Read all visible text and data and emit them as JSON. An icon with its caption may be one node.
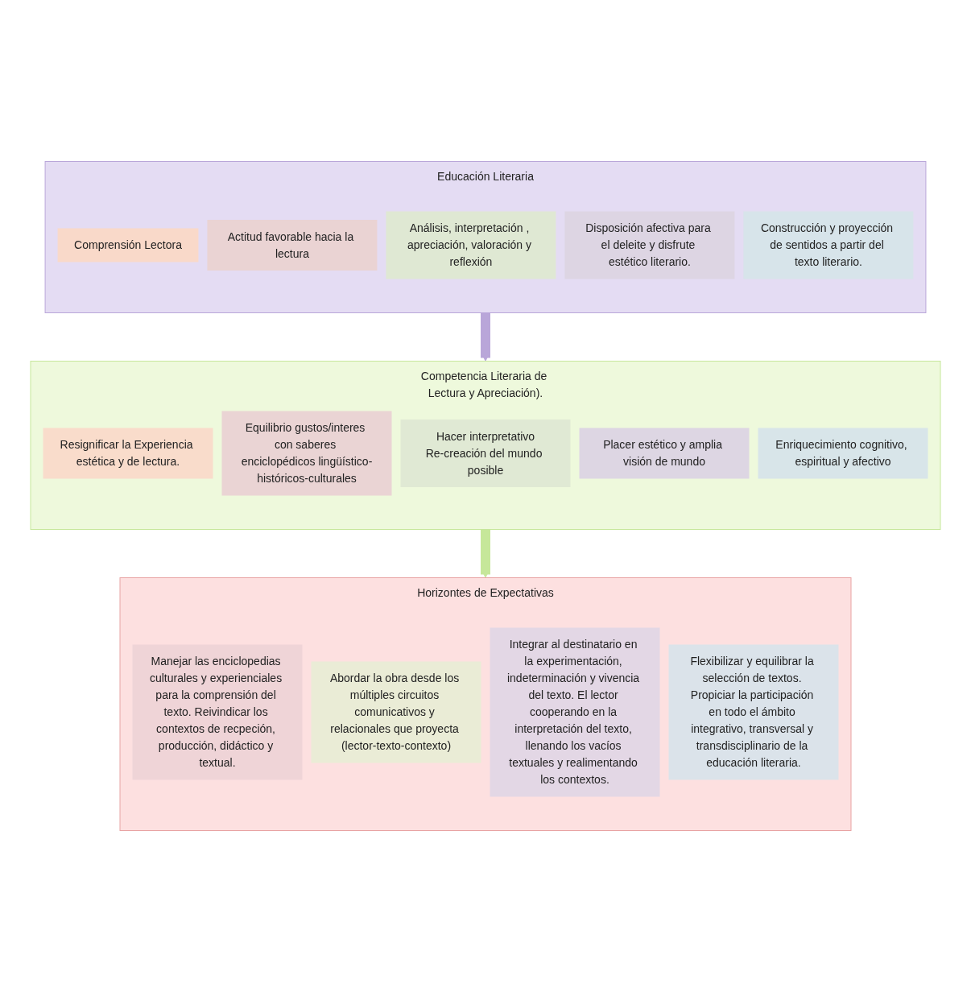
{
  "diagram": {
    "nodes": [
      {
        "text": [
          "Educación Literaria"
        ]
      },
      {
        "text": [
          "Comprensión Lectora"
        ],
        "in": 0
      },
      {
        "text": [
          "Actitud favorable hacia la lectura"
        ],
        "in": 0
      },
      {
        "text": [
          "Análisis, interpretación , apreciación, valoración y reflexión"
        ],
        "in": 0
      },
      {
        "text": [
          "Disposición afectiva para el deleite y disfrute estético literario."
        ],
        "in": 0
      },
      {
        "text": [
          "Construcción y proyección de sentidos a partir del texto literario."
        ],
        "in": 0
      },
      {
        "text": [
          "Competencia Literaria de Lectura y Apreciación)."
        ]
      },
      {
        "text": [
          "Resignificar la Experiencia estética y de lectura."
        ],
        "in": 6
      },
      {
        "text": [
          "Equilibrio gustos/interes con saberes enciclopédicos lingüístico-históricos-culturales"
        ],
        "in": 6
      },
      {
        "text": [
          "Hacer interpretativo",
          "Re-creación del mundo posible"
        ],
        "in": 6
      },
      {
        "text": [
          "Placer estético y amplia visión de mundo"
        ],
        "in": 6
      },
      {
        "text": [
          "Enriquecimiento cognitivo, espiritual y afectivo"
        ],
        "in": 6
      },
      {
        "text": [
          "Horizontes de Expectativas"
        ]
      },
      {
        "text": [
          "Manejar las enciclopedias culturales y experienciales para la comprensión del texto. Reivindicar los contextos de recpeción, producción, didáctico y textual."
        ],
        "in": 12
      },
      {
        "text": [
          "Abordar la obra desde los múltiples circuitos comunicativos y relacionales que proyecta (lector-texto-contexto)"
        ],
        "in": 12
      },
      {
        "text": [
          "Integrar al destinatario en la experimentación, indeterminación y vivencia del texto. El lector cooperando en la interpretación del texto, llenando los vacíos textuales y realimentando los contextos."
        ],
        "in": 12
      },
      {
        "text": [
          "Flexibilizar y equilibrar la selección de textos. Propiciar la participación en todo el ámbito integrativo, transversal y transdisciplinario de la educación literaria."
        ],
        "in": 12
      }
    ],
    "edges": [
      {
        "from": 0,
        "to": 6,
        "arrow": "to",
        "color": "#b9a6d9"
      },
      {
        "from": 6,
        "to": 12,
        "arrow": "to",
        "color": "#c6e79a"
      }
    ]
  }
}
